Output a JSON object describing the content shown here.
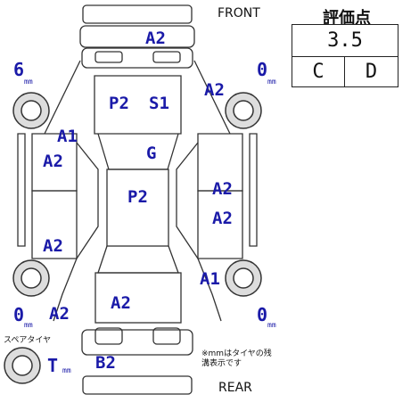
{
  "labels": {
    "front": "FRONT",
    "rear": "REAR",
    "spare_tire": "スペアタイヤ",
    "note": "※mmはタイヤの残溝表示です"
  },
  "rating": {
    "title": "評価点",
    "score": "3.5",
    "interior": "C",
    "exterior": "D"
  },
  "tires": {
    "front_left": {
      "tread": "6",
      "unit": "mm"
    },
    "front_right": {
      "tread": "0",
      "unit": "mm"
    },
    "rear_left": {
      "tread": "0",
      "unit": "mm"
    },
    "rear_right": {
      "tread": "0",
      "unit": "mm"
    },
    "spare": {
      "tread": "T",
      "unit": "mm"
    }
  },
  "damage": {
    "front_bumper": "A2",
    "hood": "P2",
    "hood_right": "S1",
    "front_right_fender": "A2",
    "front_left_fender": "A1",
    "front_left_door": "A2",
    "rear_left_door": "A2",
    "windshield": "G",
    "roof": "P2",
    "front_right_door": "A2",
    "rear_right_door": "A2",
    "rear_right_quarter": "A1",
    "rear_left_quarter": "A2",
    "trunk": "A2",
    "rear_bumper": "B2"
  },
  "colors": {
    "damage_code": "#1a1aa8",
    "line": "#333333"
  }
}
